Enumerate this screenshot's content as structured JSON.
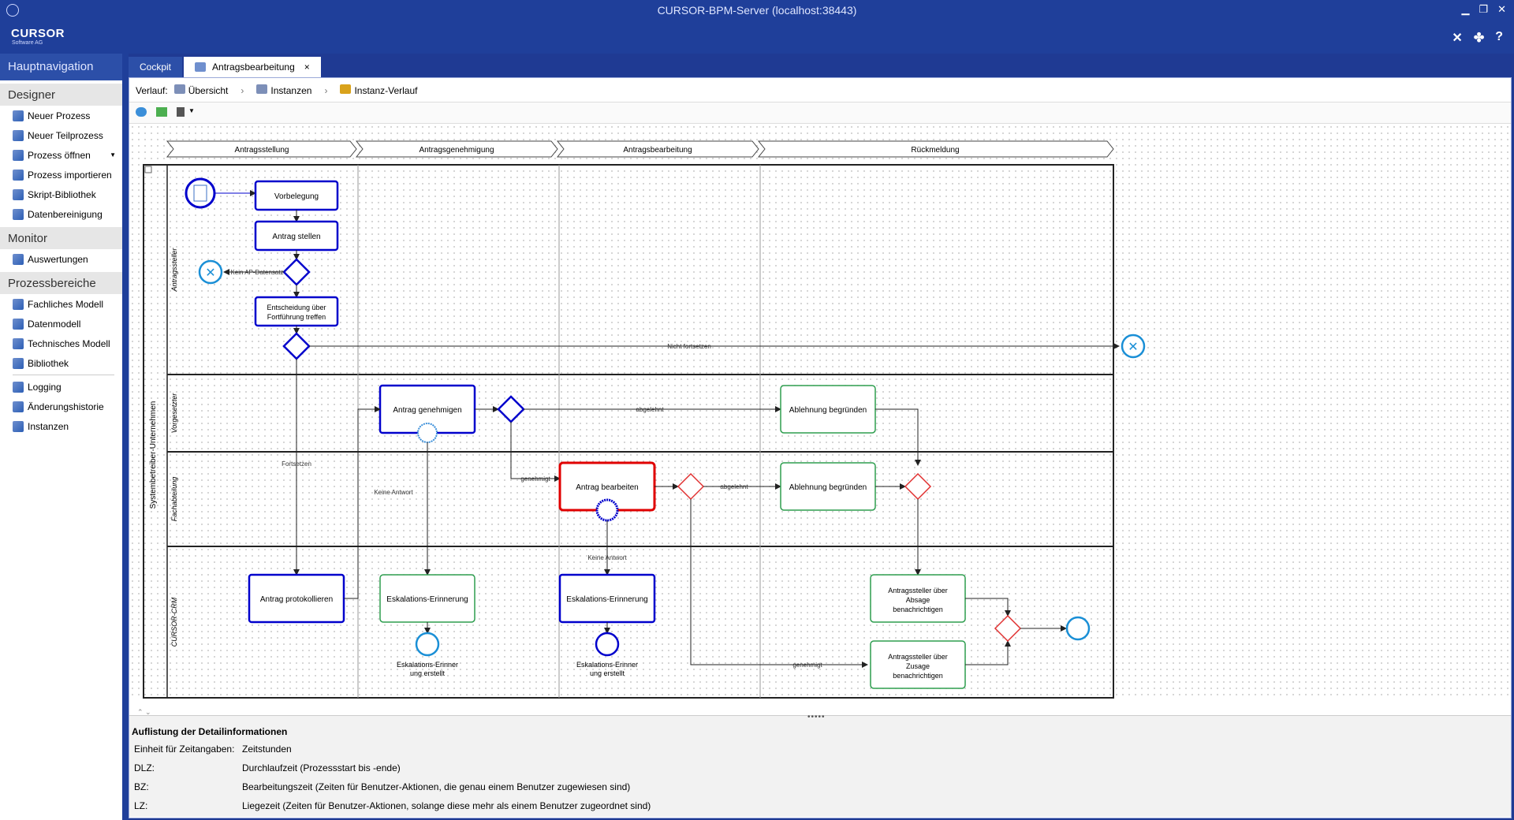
{
  "window": {
    "title": "CURSOR-BPM-Server (localhost:38443)",
    "controls": [
      "▁",
      "❐",
      "✕"
    ]
  },
  "logo": {
    "name": "CURSOR",
    "sub": "Software AG"
  },
  "sidebar": {
    "header": "Hauptnavigation",
    "sections": [
      {
        "title": "Designer",
        "items": [
          "Neuer Prozess",
          "Neuer Teilprozess",
          "Prozess öffnen",
          "Prozess importieren",
          "Skript-Bibliothek",
          "Datenbereinigung"
        ]
      },
      {
        "title": "Monitor",
        "items": [
          "Auswertungen"
        ]
      },
      {
        "title": "Prozessbereiche",
        "items": [
          "Fachliches Modell",
          "Datenmodell",
          "Technisches Modell",
          "Bibliothek",
          "Logging",
          "Änderungshistorie",
          "Instanzen"
        ]
      }
    ]
  },
  "tabs": [
    {
      "label": "Cockpit"
    },
    {
      "label": "Antragsbearbeitung",
      "close": "×"
    }
  ],
  "breadcrumb": {
    "prefix": "Verlauf:",
    "items": [
      "Übersicht",
      "Instanzen",
      "Instanz-Verlauf"
    ]
  },
  "diagram": {
    "phases": [
      "Antragsstellung",
      "Antragsgenehmigung",
      "Antragsbearbeitung",
      "Rückmeldung"
    ],
    "pool": "Systembetreiber-Unternehmen",
    "lanes": [
      "Antragssteller",
      "Vorgesetzter",
      "Fachabteilung",
      "CURSOR-CRM"
    ],
    "tasks": {
      "vorbelegung": "Vorbelegung",
      "antrag_stellen": "Antrag stellen",
      "entscheidung1": "Entscheidung über",
      "entscheidung2": "Fortführung treffen",
      "antrag_genehmigen": "Antrag genehmigen",
      "ablehnung1": "Ablehnung begründen",
      "antrag_bearbeiten": "Antrag bearbeiten",
      "ablehnung2": "Ablehnung begründen",
      "antrag_protokollieren": "Antrag protokollieren",
      "eskalation1": "Eskalations-Erinnerung",
      "eskalation2": "Eskalations-Erinnerung",
      "absage1": "Antragssteller über",
      "absage2": "Absage",
      "absage3": "benachrichtigen",
      "zusage1": "Antragssteller über",
      "zusage2": "Zusage",
      "zusage3": "benachrichtigen"
    },
    "labels": {
      "kein_ap": "Kein AP-Datensatz",
      "nicht_fortsetzen": "Nicht fortsetzen",
      "fortsetzen": "Fortsetzen",
      "abgelehnt1": "abgelehnt",
      "abgelehnt2": "abgelehnt",
      "genehmigt1": "genehmigt",
      "genehmigt2": "genehmigt",
      "keine_antwort1": "Keine Antwort",
      "keine_antwort2": "Keine Antwort",
      "esk_end1a": "Eskalations-Erinner",
      "esk_end1b": "ung erstellt",
      "esk_end2a": "Eskalations-Erinner",
      "esk_end2b": "ung erstellt"
    }
  },
  "detail": {
    "title": "Auflistung der Detailinformationen",
    "rows": [
      {
        "k": "Einheit für Zeitangaben:",
        "v": "Zeitstunden"
      },
      {
        "k": "DLZ:",
        "v": "Durchlaufzeit (Prozessstart bis -ende)"
      },
      {
        "k": "BZ:",
        "v": "Bearbeitungszeit (Zeiten für Benutzer-Aktionen, die genau einem Benutzer zugewiesen sind)"
      },
      {
        "k": "LZ:",
        "v": "Liegezeit (Zeiten für Benutzer-Aktionen, solange diese mehr als einem Benutzer zugeordnet sind)"
      }
    ]
  },
  "colors": {
    "frame": "#1f3f9a",
    "executed": "#0000cc",
    "active": "#e00000",
    "pending": "#2e9e4f",
    "gateway_pending": "#e03030"
  }
}
